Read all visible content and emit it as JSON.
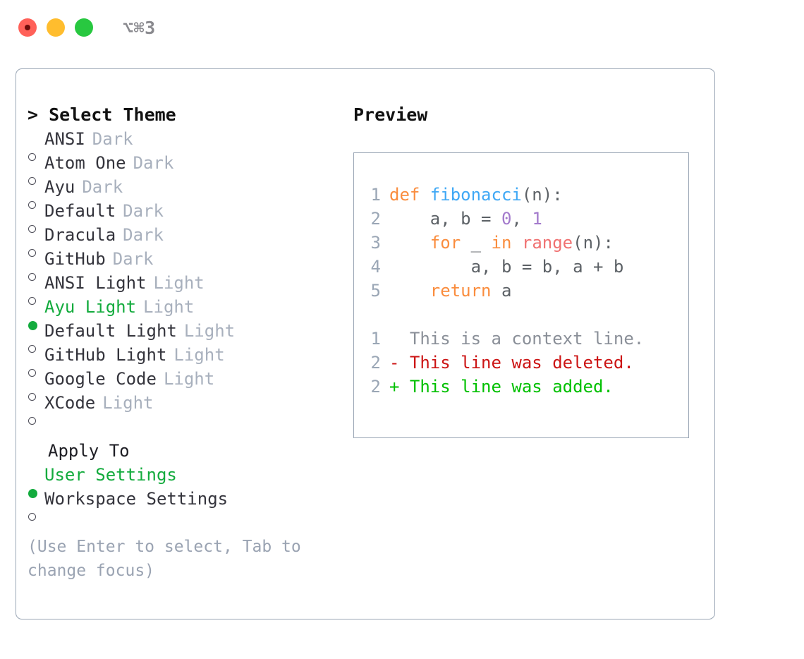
{
  "titlebar": {
    "shortcut": "⌥⌘3",
    "buttons": [
      {
        "name": "close",
        "color": "#ff6159"
      },
      {
        "name": "minimize",
        "color": "#ffbd2e"
      },
      {
        "name": "maximize",
        "color": "#28c840"
      }
    ]
  },
  "theme_picker": {
    "heading": "> Select Theme",
    "options": [
      {
        "marker": "○",
        "name": "ANSI",
        "variant": "Dark",
        "selected": false
      },
      {
        "marker": "○",
        "name": "Atom One",
        "variant": "Dark",
        "selected": false
      },
      {
        "marker": "○",
        "name": "Ayu",
        "variant": "Dark",
        "selected": false
      },
      {
        "marker": "○",
        "name": "Default",
        "variant": "Dark",
        "selected": false
      },
      {
        "marker": "○",
        "name": "Dracula",
        "variant": "Dark",
        "selected": false
      },
      {
        "marker": "○",
        "name": "GitHub",
        "variant": "Dark",
        "selected": false
      },
      {
        "marker": "○",
        "name": "ANSI Light",
        "variant": "Light",
        "selected": false
      },
      {
        "marker": "●",
        "name": "Ayu Light",
        "variant": "Light",
        "selected": true
      },
      {
        "marker": "○",
        "name": "Default Light",
        "variant": "Light",
        "selected": false
      },
      {
        "marker": "○",
        "name": "GitHub Light",
        "variant": "Light",
        "selected": false
      },
      {
        "marker": "○",
        "name": "Google Code",
        "variant": "Light",
        "selected": false
      },
      {
        "marker": "○",
        "name": "XCode",
        "variant": "Light",
        "selected": false
      }
    ]
  },
  "apply_to": {
    "heading": "Apply To",
    "options": [
      {
        "marker": "●",
        "name": "User Settings",
        "selected": true
      },
      {
        "marker": "○",
        "name": "Workspace Settings",
        "selected": false
      }
    ]
  },
  "hint": "(Use Enter to select, Tab to change focus)",
  "preview": {
    "label": "Preview",
    "code_lines": [
      {
        "lineno": "1",
        "tokens": [
          {
            "text": "def ",
            "type": "keyword"
          },
          {
            "text": "fibonacci",
            "type": "function"
          },
          {
            "text": "(n):",
            "type": "plain"
          }
        ]
      },
      {
        "lineno": "2",
        "tokens": [
          {
            "text": "    a, b = ",
            "type": "plain"
          },
          {
            "text": "0",
            "type": "number"
          },
          {
            "text": ", ",
            "type": "plain"
          },
          {
            "text": "1",
            "type": "number"
          }
        ]
      },
      {
        "lineno": "3",
        "tokens": [
          {
            "text": "    ",
            "type": "plain"
          },
          {
            "text": "for",
            "type": "keyword"
          },
          {
            "text": " _ ",
            "type": "plain"
          },
          {
            "text": "in",
            "type": "keyword"
          },
          {
            "text": " ",
            "type": "plain"
          },
          {
            "text": "range",
            "type": "call"
          },
          {
            "text": "(n):",
            "type": "plain"
          }
        ]
      },
      {
        "lineno": "4",
        "tokens": [
          {
            "text": "        a, b = b, a + b",
            "type": "plain"
          }
        ]
      },
      {
        "lineno": "5",
        "tokens": [
          {
            "text": "    ",
            "type": "plain"
          },
          {
            "text": "return",
            "type": "keyword"
          },
          {
            "text": " a",
            "type": "plain"
          }
        ]
      }
    ],
    "diff_lines": [
      {
        "lineno": "1",
        "text": "  This is a context line.",
        "kind": "context"
      },
      {
        "lineno": "2",
        "text": "- This line was deleted.",
        "kind": "deleted"
      },
      {
        "lineno": "2",
        "text": "+ This line was added.",
        "kind": "added"
      }
    ]
  },
  "colors": {
    "accent_green": "#13ab3d",
    "border": "#9aa6b5",
    "muted": "#a8b0bd",
    "keyword": "#fa8d3e",
    "function": "#3fa8f5",
    "number": "#a37acc",
    "call": "#f07171",
    "diff_deleted": "#cc1414",
    "diff_added": "#00c000"
  }
}
